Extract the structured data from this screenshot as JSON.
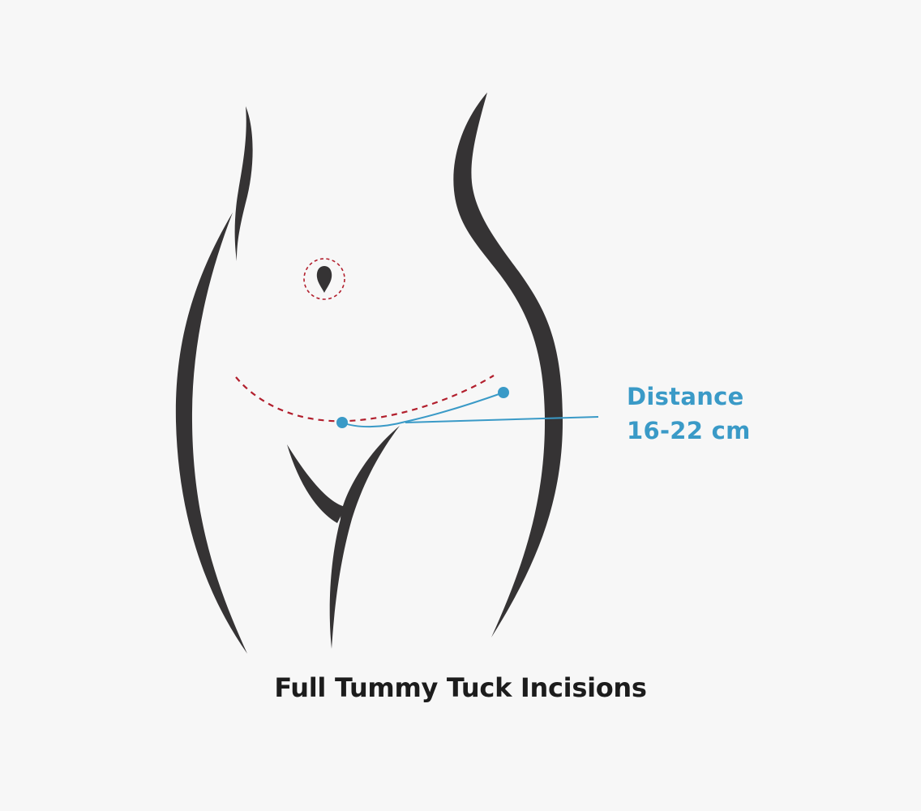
{
  "diagram": {
    "title": "Full Tummy Tuck Incisions",
    "annotation": {
      "line1": "Distance",
      "line2": "16-22 cm"
    },
    "colors": {
      "background": "#f7f7f7",
      "body_outline": "#353334",
      "incision_dashed": "#b21f2d",
      "measurement": "#3a9ac7",
      "caption_text": "#1c1c1c"
    },
    "elements": [
      {
        "name": "body-outline",
        "icon": "torso-silhouette"
      },
      {
        "name": "navel",
        "icon": "navel-drop"
      },
      {
        "name": "navel-incision",
        "style": "dashed-circle"
      },
      {
        "name": "lower-abdominal-incision",
        "style": "dashed-arc"
      },
      {
        "name": "measurement-line",
        "points": 2
      }
    ]
  }
}
